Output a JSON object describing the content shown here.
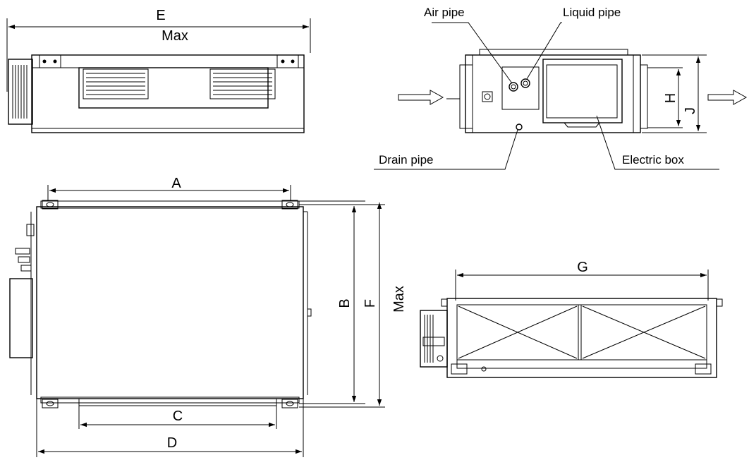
{
  "top_view": {
    "dim_width_label": "E",
    "dim_width_sub": "Max"
  },
  "side_view": {
    "air_pipe": "Air pipe",
    "liquid_pipe": "Liquid pipe",
    "drain_pipe": "Drain pipe",
    "electric_box": "Electric box",
    "dim_h": "H",
    "dim_j": "J"
  },
  "plan_view": {
    "dim_a": "A",
    "dim_b": "B",
    "dim_f": "F",
    "dim_max": "Max",
    "dim_c": "C",
    "dim_d": "D"
  },
  "front_view": {
    "dim_g": "G"
  }
}
